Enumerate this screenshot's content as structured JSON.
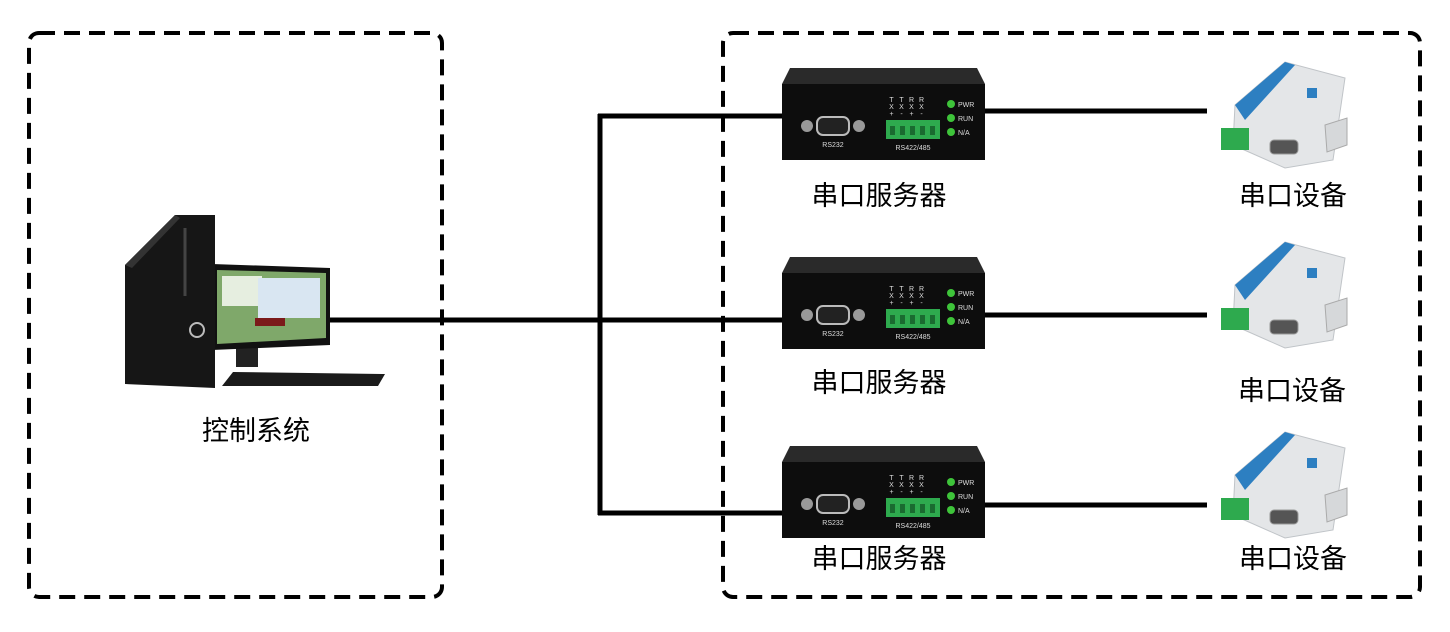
{
  "control_system": {
    "label": "控制系统"
  },
  "serial_servers": [
    {
      "label": "串口服务器"
    },
    {
      "label": "串口服务器"
    },
    {
      "label": "串口服务器"
    }
  ],
  "serial_devices": [
    {
      "label": "串口设备"
    },
    {
      "label": "串口设备"
    },
    {
      "label": "串口设备"
    }
  ],
  "server_panel": {
    "rs232": "RS232",
    "rs485": "RS422/485",
    "pins": [
      "TX+",
      "TX-",
      "RX+",
      "RX-"
    ],
    "leds": [
      "PWR",
      "RUN",
      "N/A"
    ],
    "led_color": "#3ec43a"
  },
  "colors": {
    "line": "#000000",
    "terminal": "#2eaa4e",
    "device_blue": "#2d7fc1"
  }
}
